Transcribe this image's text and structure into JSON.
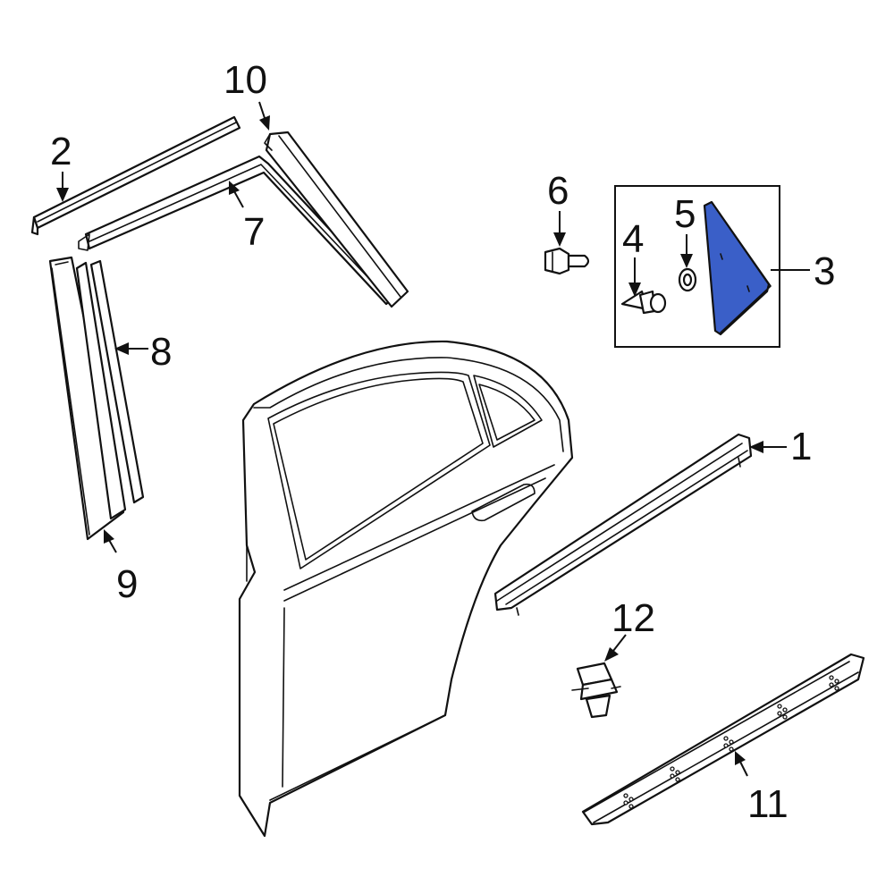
{
  "diagram": {
    "callouts": {
      "c1": "1",
      "c2": "2",
      "c3": "3",
      "c4": "4",
      "c5": "5",
      "c6": "6",
      "c7": "7",
      "c8": "8",
      "c9": "9",
      "c10": "10",
      "c11": "11",
      "c12": "12"
    },
    "highlight_color": "#3a5fc8"
  }
}
